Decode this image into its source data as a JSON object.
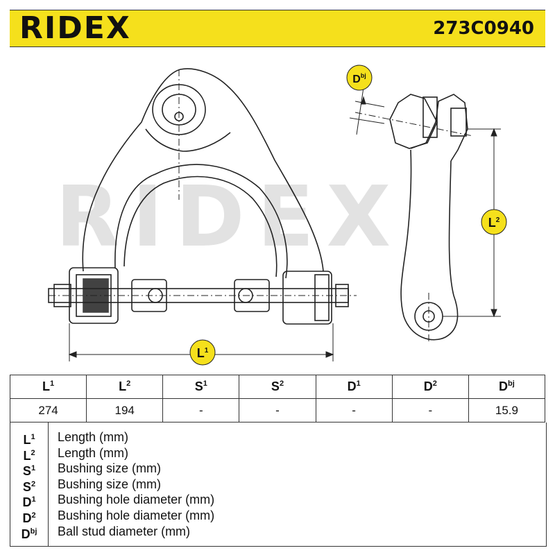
{
  "header": {
    "brand": "RIDEX",
    "part_number": "273C0940"
  },
  "drawing": {
    "watermark": "RIDEX",
    "labels": {
      "dbj": {
        "base": "D",
        "sup": "bj"
      },
      "l1": {
        "base": "L",
        "sup": "1"
      },
      "l2": {
        "base": "L",
        "sup": "2"
      }
    }
  },
  "specs": {
    "columns": [
      {
        "base": "L",
        "sup": "1"
      },
      {
        "base": "L",
        "sup": "2"
      },
      {
        "base": "S",
        "sup": "1"
      },
      {
        "base": "S",
        "sup": "2"
      },
      {
        "base": "D",
        "sup": "1"
      },
      {
        "base": "D",
        "sup": "2"
      },
      {
        "base": "D",
        "sup": "bj"
      }
    ],
    "values": [
      "274",
      "194",
      "-",
      "-",
      "-",
      "-",
      "15.9"
    ]
  },
  "legend": [
    {
      "base": "L",
      "sup": "1",
      "desc": "Length (mm)"
    },
    {
      "base": "L",
      "sup": "2",
      "desc": "Length (mm)"
    },
    {
      "base": "S",
      "sup": "1",
      "desc": "Bushing size (mm)"
    },
    {
      "base": "S",
      "sup": "2",
      "desc": "Bushing size (mm)"
    },
    {
      "base": "D",
      "sup": "1",
      "desc": "Bushing hole diameter (mm)"
    },
    {
      "base": "D",
      "sup": "2",
      "desc": "Bushing hole diameter (mm)"
    },
    {
      "base": "D",
      "sup": "bj",
      "desc": "Ball stud diameter (mm)"
    }
  ],
  "colors": {
    "brand_yellow": "#f5e01c",
    "line": "#222222",
    "watermark": "#e2e2e2"
  }
}
